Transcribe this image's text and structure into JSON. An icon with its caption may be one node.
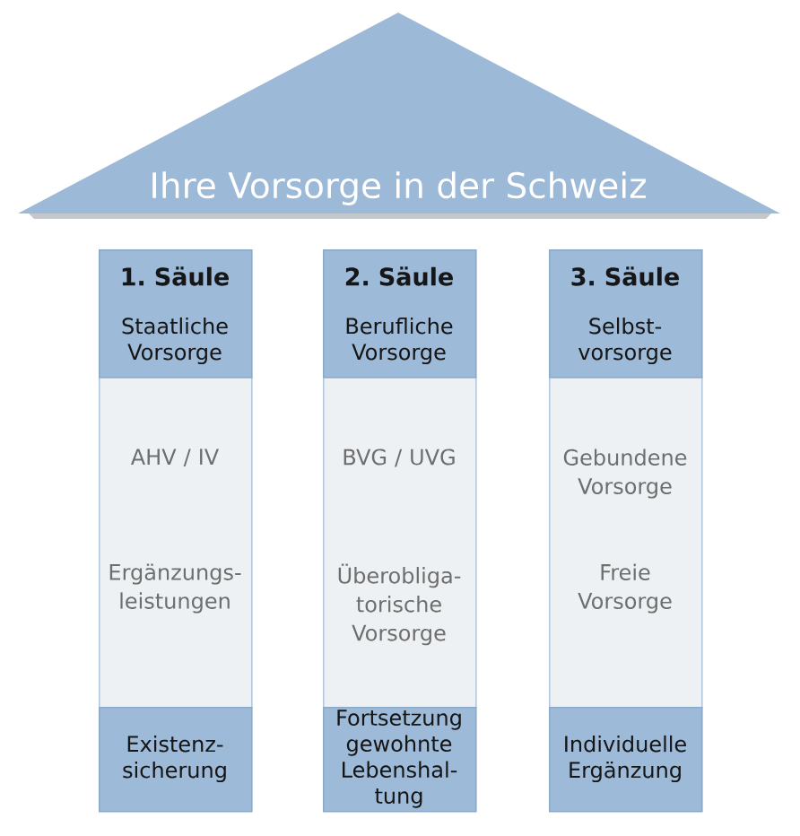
{
  "diagram": {
    "nodes": [
      {
        "text": [
          "Ihre Vorsorge in der Schweiz"
        ]
      },
      {
        "text": [
          "1. Säule",
          "Staatliche Vorsorge"
        ]
      },
      {
        "text": [
          "AHV / IV",
          "Ergänzungs- leistungen"
        ]
      },
      {
        "text": [
          "Existenz- sicherung"
        ]
      },
      {
        "text": [
          "2. Säule",
          "Berufliche Vorsorge"
        ]
      },
      {
        "text": [
          "BVG / UVG",
          "Überobliga- torische Vorsorge"
        ]
      },
      {
        "text": [
          "Fortsetzung gewohnte Lebenshal- tung"
        ]
      },
      {
        "text": [
          "3. Säule",
          "Selbst- vorsorge"
        ]
      },
      {
        "text": [
          "Gebundene Vorsorge",
          "Freie Vorsorge"
        ]
      },
      {
        "text": [
          "Individuelle Ergänzung"
        ]
      }
    ]
  }
}
